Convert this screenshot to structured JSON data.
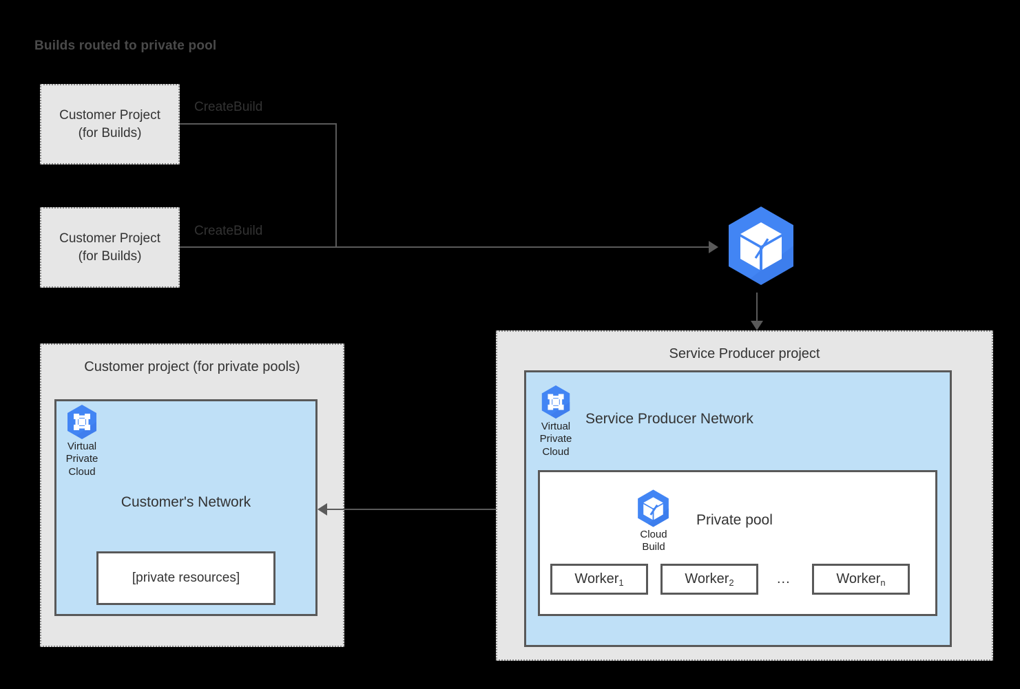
{
  "diagram": {
    "title": "Builds routed to private pool",
    "title_color": "#4a4a4a",
    "background": "#000000"
  },
  "colors": {
    "panel_fill": "#e6e6e6",
    "panel_border": "#888888",
    "network_fill": "#bfe0f7",
    "network_border": "#595959",
    "box_fill": "#ffffff",
    "line": "#5a5a5a",
    "gcp_blue": "#4285f4",
    "text": "#333333"
  },
  "builds": {
    "box1": {
      "line1": "Customer Project",
      "line2": "(for Builds)"
    },
    "box2": {
      "line1": "Customer Project",
      "line2": "(for Builds)"
    },
    "edge1_label": "CreateBuild",
    "edge2_label": "CreateBuild"
  },
  "cloudbuild_service": {
    "icon": "cloud-build-icon"
  },
  "customer_panel": {
    "title": "Customer project (for private pools)",
    "vpc_icon": "virtual-private-cloud-icon",
    "vpc_caption": "Virtual\nPrivate\nCloud",
    "network_title": "Customer's Network",
    "resources_label": "[private resources]"
  },
  "producer_panel": {
    "title": "Service Producer project",
    "vpc_icon": "virtual-private-cloud-icon",
    "vpc_caption": "Virtual\nPrivate\nCloud",
    "network_title": "Service Producer Network",
    "pool": {
      "icon": "cloud-build-icon",
      "icon_caption": "Cloud\nBuild",
      "title": "Private pool",
      "workers": [
        {
          "name": "Worker",
          "sub": "1"
        },
        {
          "name": "Worker",
          "sub": "2"
        },
        {
          "name": "Worker",
          "sub": "n"
        }
      ],
      "ellipsis": "..."
    }
  },
  "peering": {
    "direction": "bidirectional"
  }
}
